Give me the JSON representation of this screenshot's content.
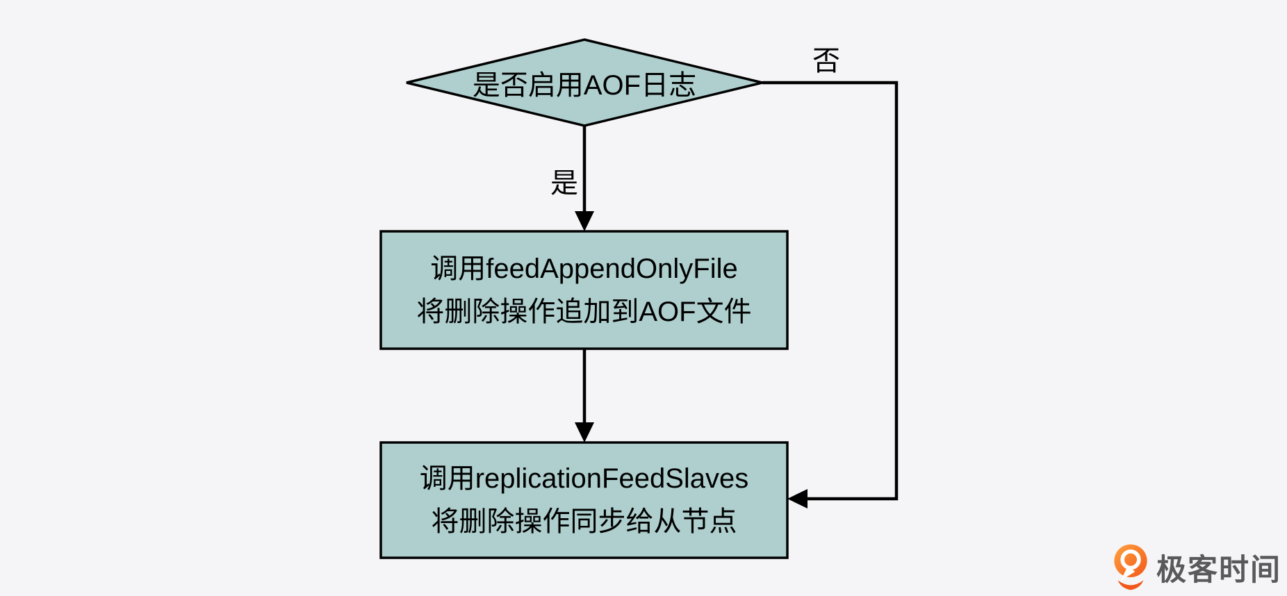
{
  "colors": {
    "background": "#f5f5f7",
    "node_fill": "#aecfce",
    "node_stroke": "#000000",
    "connector": "#000000",
    "logo_orange_light": "#ffa13e",
    "logo_orange_dark": "#f2581a",
    "logo_text_color": "#59595b"
  },
  "flowchart": {
    "decision": {
      "label": "是否启用AOF日志"
    },
    "yes_branch": {
      "label": "是"
    },
    "no_branch": {
      "label": "否"
    },
    "process_aof": {
      "line1": "调用feedAppendOnlyFile",
      "line2": "将删除操作追加到AOF文件"
    },
    "process_replication": {
      "line1": "调用replicationFeedSlaves",
      "line2": "将删除操作同步给从节点"
    }
  },
  "branding": {
    "logo_text": "极客时间"
  }
}
